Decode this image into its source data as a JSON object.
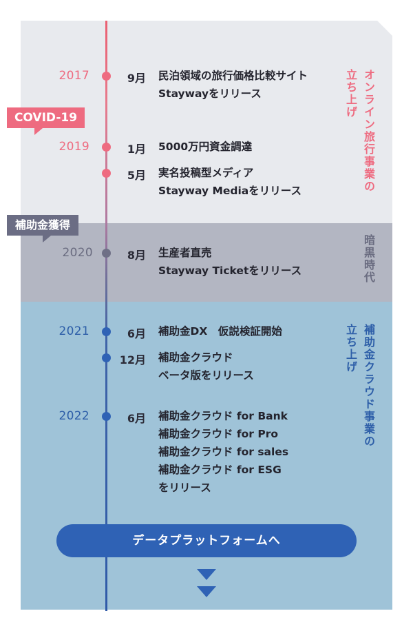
{
  "tags": {
    "covid": "COVID-19",
    "subsidy": "補助金獲得"
  },
  "timeline": [
    {
      "year": "2017",
      "month": "9月",
      "lines": [
        "民泊領域の旅行価格比較サイト",
        "Staywayをリリース"
      ]
    },
    {
      "year": "2019",
      "month": "1月",
      "lines": [
        "5000万円資金調達"
      ]
    },
    {
      "year": "",
      "month": "5月",
      "lines": [
        "実名投稿型メディア",
        "Stayway Mediaをリリース"
      ]
    },
    {
      "year": "2020",
      "month": "8月",
      "lines": [
        "生産者直売",
        "Stayway Ticketをリリース"
      ]
    },
    {
      "year": "2021",
      "month": "6月",
      "lines": [
        "補助金DX　仮説検証開始"
      ]
    },
    {
      "year": "",
      "month": "12月",
      "lines": [
        "補助金クラウド",
        "ベータ版をリリース"
      ]
    },
    {
      "year": "2022",
      "month": "6月",
      "lines": [
        "補助金クラウド for Bank",
        "補助金クラウド for Pro",
        "補助金クラウド for sales",
        "補助金クラウド for ESG",
        "をリリース"
      ]
    }
  ],
  "phases": {
    "online_a": "オンライン旅行事業の",
    "online_b": "立ち上げ",
    "dark": "暗黒時代",
    "subsidy_a": "補助金クラウド事業の",
    "subsidy_b": "立ち上げ"
  },
  "cta": {
    "label": "データプラットフォームへ"
  },
  "colors": {
    "red": "#ee6b80",
    "gray": "#6f7086",
    "blue": "#2f62b5"
  }
}
